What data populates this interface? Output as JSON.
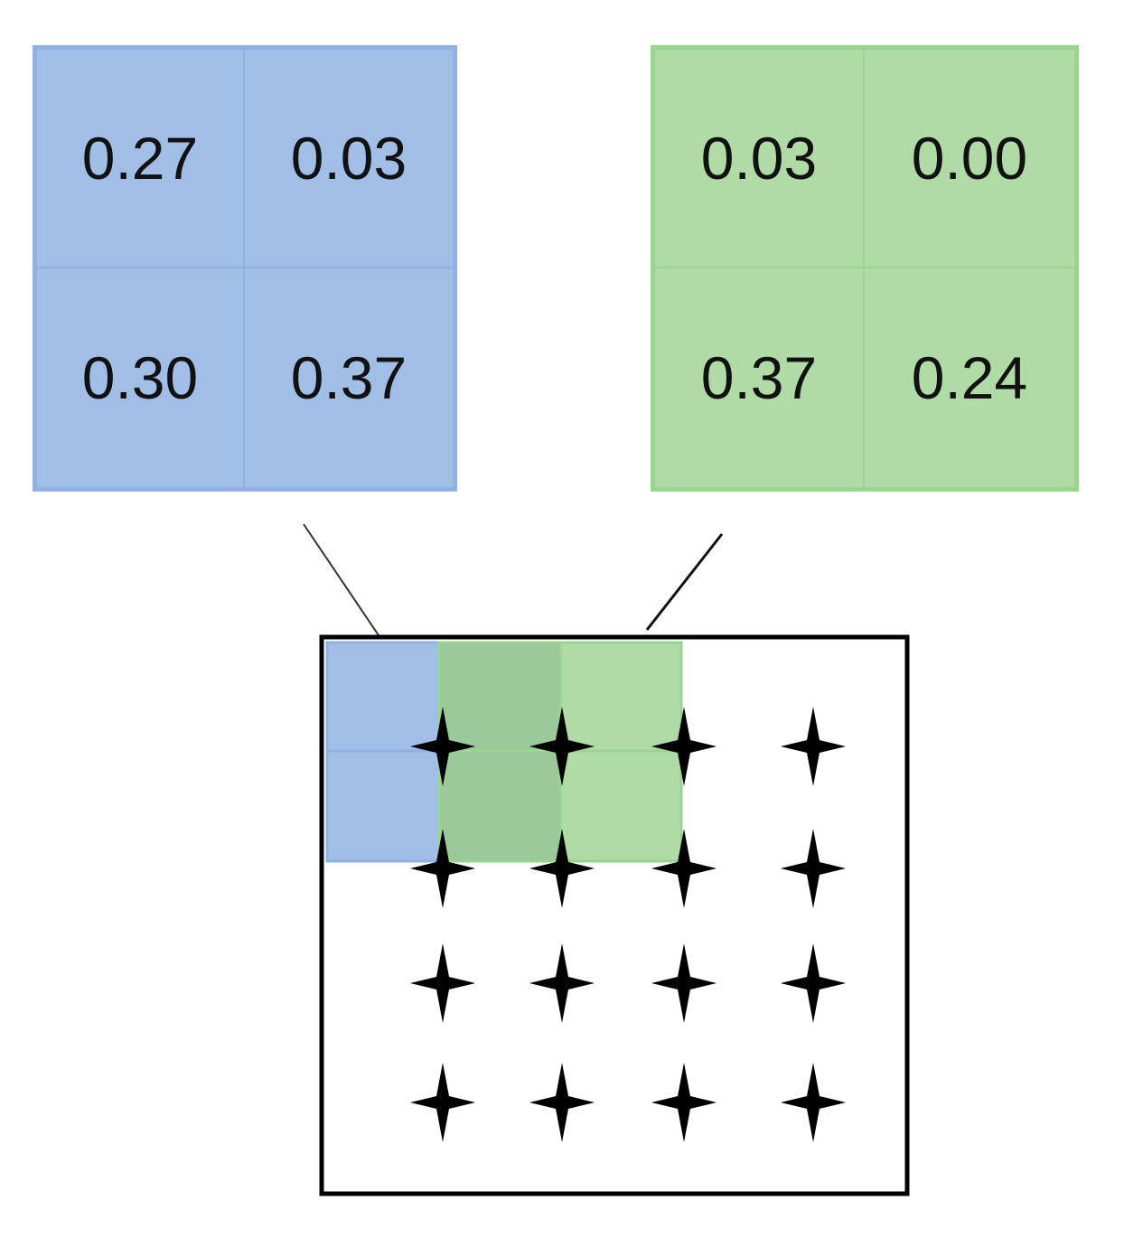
{
  "matrices": {
    "blue": {
      "cells": [
        "0.27",
        "0.03",
        "0.30",
        "0.37"
      ]
    },
    "green": {
      "cells": [
        "0.03",
        "0.00",
        "0.37",
        "0.24"
      ]
    }
  },
  "colors": {
    "blue_fill": "#a0bee6",
    "blue_border": "#8fb1e3",
    "green_fill": "#b0dba6",
    "green_border": "#98d58e",
    "overlap_fill": "#9cc99a",
    "frame": "#000000",
    "star": "#000000"
  },
  "grid": {
    "rows": 4,
    "cols": 4,
    "symbol_icon": "four-point-star-icon"
  }
}
